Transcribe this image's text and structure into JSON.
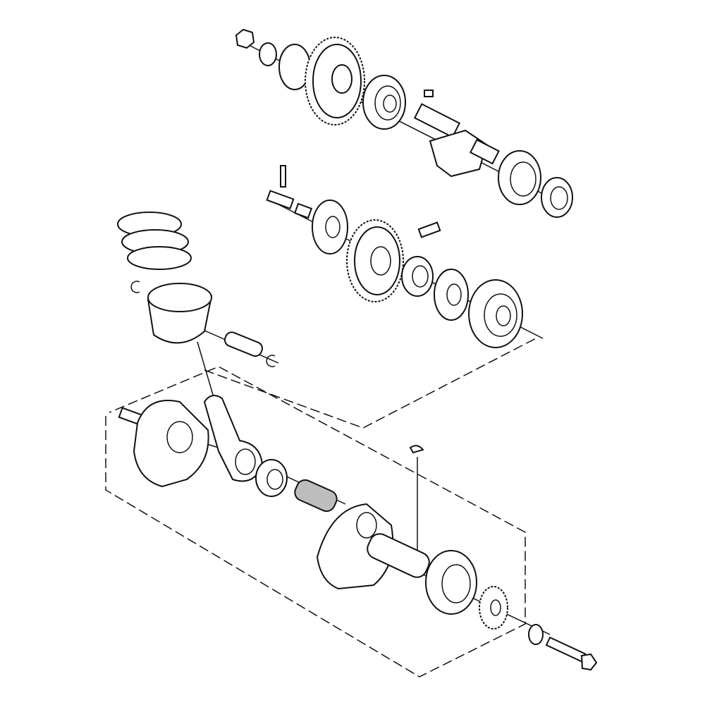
{
  "diagram": {
    "colors": {
      "line": "#111111",
      "background": "#ffffff",
      "shaded_pin": "#bdbdbd"
    },
    "groups": [
      {
        "name": "camshaft-assembly",
        "parts": [
          "nut-icon",
          "lock-washer-icon",
          "washer-disc-icon",
          "cam-gear-icon",
          "bearing-icon",
          "woodruff-key-icon",
          "camshaft-icon",
          "bearing-icon",
          "bearing-icon"
        ]
      },
      {
        "name": "balancer-assembly",
        "parts": [
          "pin-icon",
          "shaft-pin-icon",
          "spring-icon",
          "plate-icon",
          "spring-icon",
          "gear-icon",
          "collar-icon",
          "plate-icon",
          "bearing-icon"
        ]
      },
      {
        "name": "piston-assembly",
        "parts": [
          "piston-ring-icon",
          "piston-ring-icon",
          "piston-ring-icon",
          "circlip-icon",
          "piston-icon",
          "piston-pin-icon",
          "circlip-icon"
        ]
      },
      {
        "name": "crankshaft-assembly",
        "parts": [
          "crank-half-icon",
          "connecting-rod-icon",
          "needle-bearing-icon",
          "crank-pin-icon",
          "crank-half-icon",
          "woodruff-key-icon",
          "bearing-icon",
          "sprocket-icon",
          "washer-icon",
          "bolt-icon"
        ]
      }
    ]
  }
}
